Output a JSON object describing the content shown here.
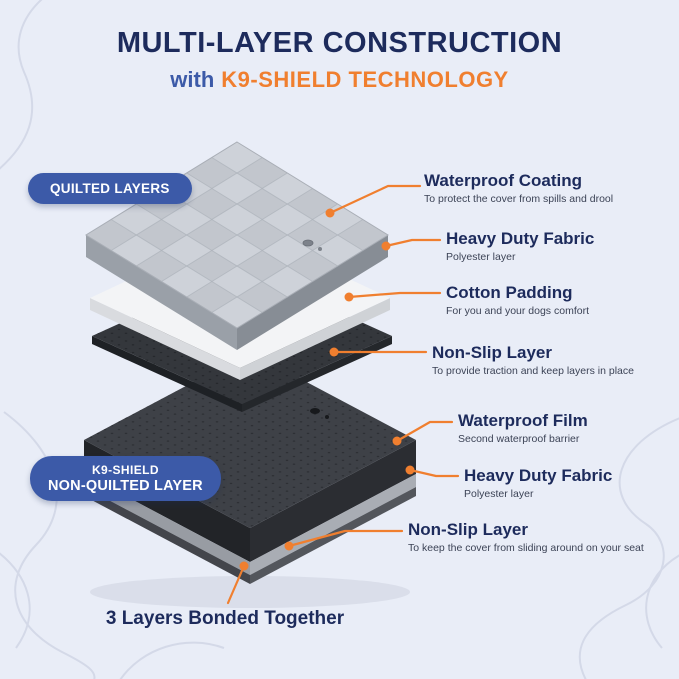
{
  "header": {
    "title": "MULTI-LAYER CONSTRUCTION",
    "subtitle_prefix": "with",
    "subtitle_brand": "K9-SHIELD TECHNOLOGY"
  },
  "badges": {
    "quilted": "QUILTED LAYERS",
    "nonquilted_line1": "K9-SHIELD",
    "nonquilted_line2": "NON-QUILTED LAYER"
  },
  "callouts": [
    {
      "label": "Waterproof Coating",
      "desc": "To protect the cover from spills and drool"
    },
    {
      "label": "Heavy Duty Fabric",
      "desc": "Polyester layer"
    },
    {
      "label": "Cotton Padding",
      "desc": "For you and your dogs comfort"
    },
    {
      "label": "Non-Slip Layer",
      "desc": "To provide traction and keep layers in place"
    },
    {
      "label": "Waterproof Film",
      "desc": "Second waterproof barrier"
    },
    {
      "label": "Heavy Duty Fabric",
      "desc": "Polyester layer"
    },
    {
      "label": "Non-Slip Layer",
      "desc": "To keep the cover from sliding around on your seat"
    }
  ],
  "footer": {
    "label": "3 Layers Bonded Together"
  },
  "colors": {
    "background": "#e9edf7",
    "navy": "#1d2b5c",
    "orange": "#f07f2f",
    "badge-blue": "#3c5aa8"
  }
}
